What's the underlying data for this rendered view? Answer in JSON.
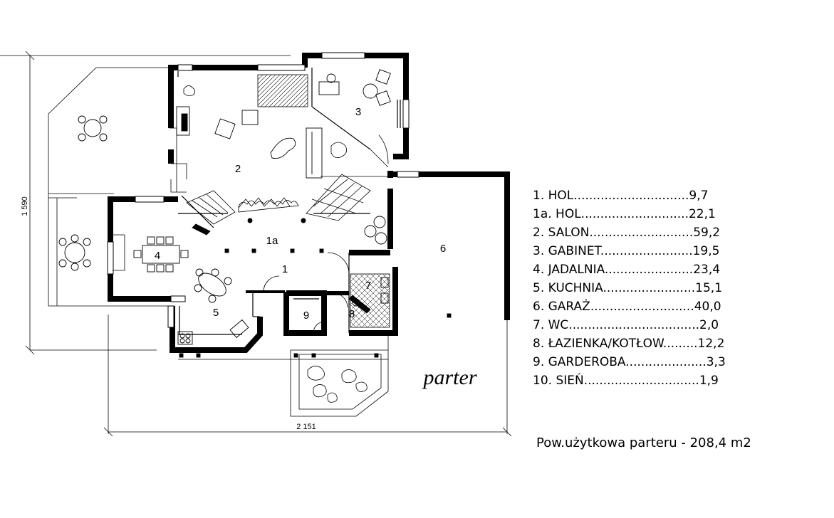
{
  "plan": {
    "title": "parter",
    "dim_width": "2 151",
    "dim_height": "1 590",
    "room_markers": [
      "1",
      "1a",
      "2",
      "3",
      "4",
      "5",
      "6",
      "7",
      "8",
      "9"
    ]
  },
  "legend": [
    "1. HOL..............................9,7",
    "1a. HOL............................22,1",
    "2. SALON...........................59,2",
    "3. GABINET........................19,5",
    "4. JADALNIA.......................23,4",
    "5. KUCHNIA........................15,1",
    "6. GARAŻ...........................40,0",
    "7. WC..................................2,0",
    "8. ŁAZIENKA/KOTŁOW.........12,2",
    "9. GARDEROBA.....................3,3",
    "10. SIEŃ..............................1,9"
  ],
  "summary": "Pow.użytkowa parteru - 208,4 m2"
}
